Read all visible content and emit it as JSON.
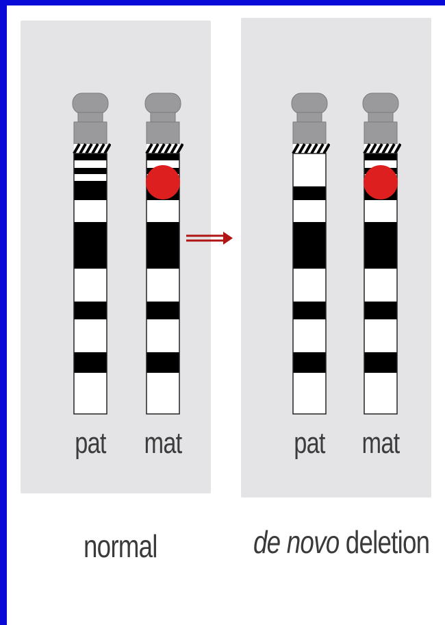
{
  "panels": [
    {
      "caption": "normal",
      "chromosomes": [
        {
          "label": "pat",
          "variant": "normal",
          "marker": false
        },
        {
          "label": "mat",
          "variant": "normal",
          "marker": true
        }
      ]
    },
    {
      "caption_italic": "de novo",
      "caption_rest": " deletion",
      "chromosomes": [
        {
          "label": "pat",
          "variant": "deleted",
          "marker": false
        },
        {
          "label": "mat",
          "variant": "normal",
          "marker": true
        }
      ]
    }
  ],
  "colors": {
    "background_frame": "#0a0ad8",
    "panel": "#e4e4e6",
    "centromere": "#9a9a9c",
    "band_dark": "#000000",
    "band_light": "#ffffff",
    "marker": "#dd1f1f",
    "arrow": "#b01414"
  }
}
